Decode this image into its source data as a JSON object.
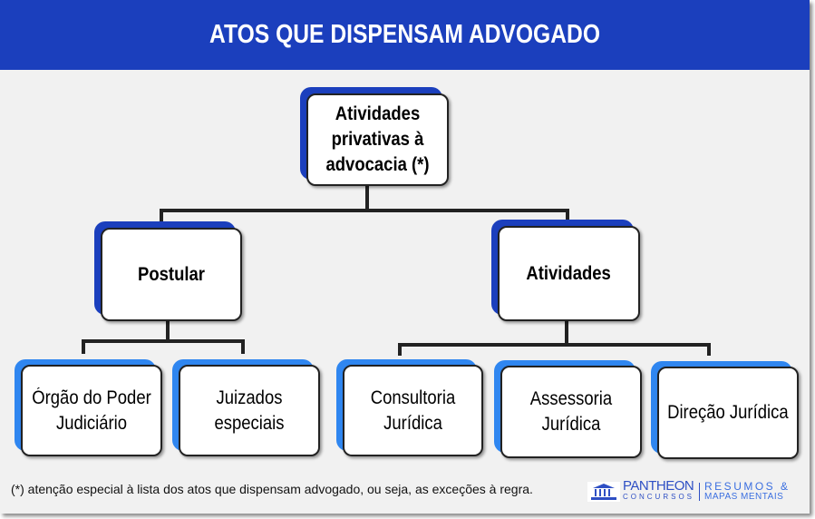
{
  "title": "ATOS QUE DISPENSAM ADVOGADO",
  "root": "Atividades privativas à advocacia (*)",
  "level2": [
    "Postular",
    "Atividades"
  ],
  "leaves": [
    "Órgão do Poder Judiciário",
    "Juizados especiais",
    "Consultoria Jurídica",
    "Assessoria Jurídica",
    "Direção Jurídica"
  ],
  "footnote": "(*) atenção especial à lista dos atos que dispensam advogado, ou seja, as exceções à regra.",
  "logo": {
    "brand": "PANTHEON",
    "sub": "CONCURSOS",
    "tag1": "RESUMOS &",
    "tag2": "MAPAS MENTAIS"
  },
  "colors": {
    "header": "#1b3fbd",
    "accent_light": "#2f86f0"
  }
}
